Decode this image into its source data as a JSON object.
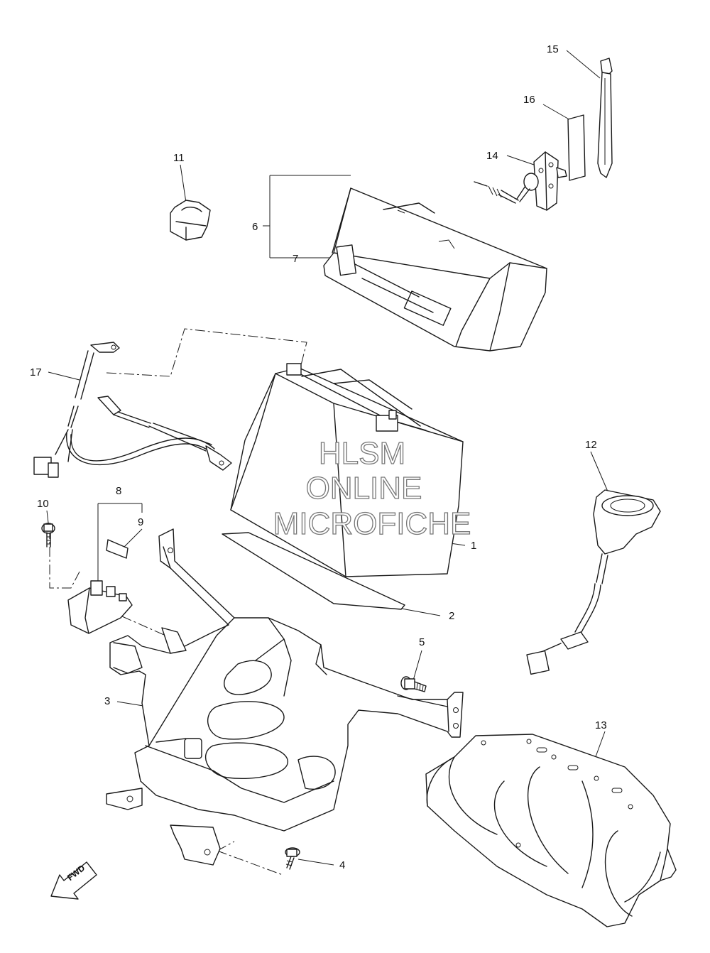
{
  "watermark": {
    "line1": "HLSM",
    "line2": "ONLINE",
    "line3": "MICROFICHE"
  },
  "direction_arrow": {
    "label": "FWD"
  },
  "callouts": [
    {
      "label": "1"
    },
    {
      "label": "2"
    },
    {
      "label": "3"
    },
    {
      "label": "4"
    },
    {
      "label": "5"
    },
    {
      "label": "6"
    },
    {
      "label": "7"
    },
    {
      "label": "8"
    },
    {
      "label": "9"
    },
    {
      "label": "10"
    },
    {
      "label": "11"
    },
    {
      "label": "12"
    },
    {
      "label": "13"
    },
    {
      "label": "14"
    },
    {
      "label": "15"
    },
    {
      "label": "16"
    },
    {
      "label": "17"
    }
  ]
}
